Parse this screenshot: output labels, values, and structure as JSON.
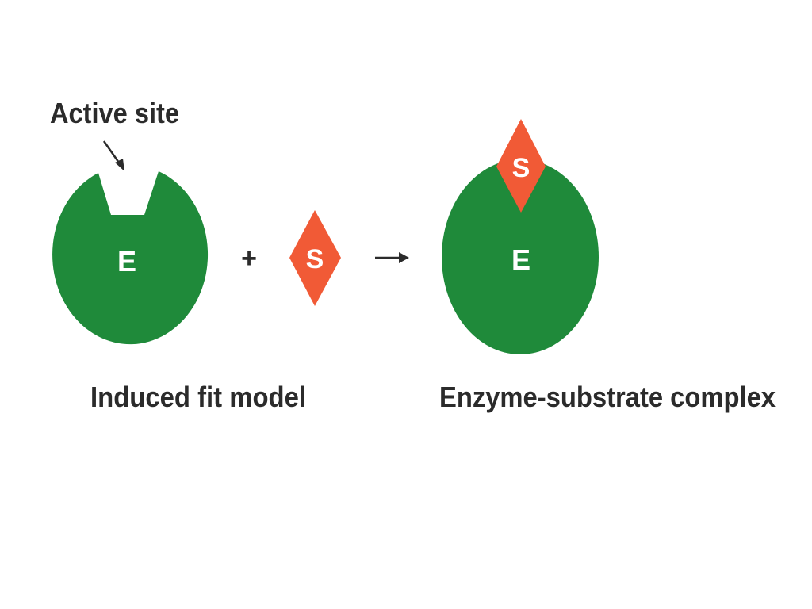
{
  "labels": {
    "active_site": "Active site",
    "left_caption": "Induced fit model",
    "right_caption": "Enzyme-substrate complex"
  },
  "enzyme": {
    "symbol": "E"
  },
  "substrate": {
    "symbol": "S"
  },
  "operators": {
    "plus": "+",
    "arrow": "→"
  },
  "colors": {
    "enzyme": "#1f8a3a",
    "substrate": "#f15a36",
    "text": "#2b2b2b",
    "glyph": "#ffffff"
  }
}
